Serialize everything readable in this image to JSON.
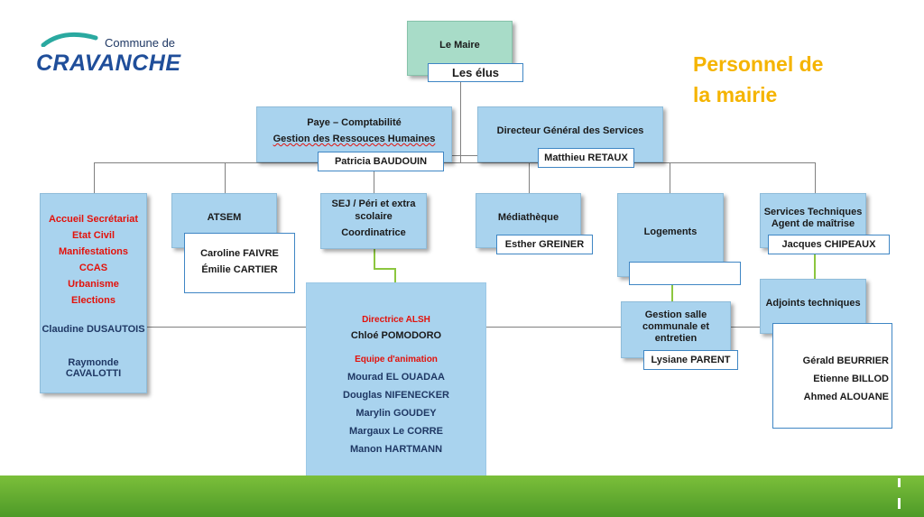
{
  "header": {
    "logo_line1": "Commune de",
    "logo_line2": "CRAVANCHE",
    "title_line1": "Personnel de",
    "title_line2": "la mairie"
  },
  "top": {
    "mayor": "Le Maire",
    "elected": "Les élus"
  },
  "level2": {
    "payroll_line1": "Paye – Comptabilité",
    "payroll_line2": "Gestion des Ressouces Humaines",
    "payroll_person": "Patricia BAUDOUIN",
    "dgs_title": "Directeur Général des Services",
    "dgs_person": "Matthieu RETAUX"
  },
  "accueil": {
    "items": [
      "Accueil Secrétariat",
      "Etat Civil",
      "Manifestations",
      "CCAS",
      "Urbanisme",
      "Elections"
    ],
    "person1": "Claudine DUSAUTOIS",
    "person2": "Raymonde CAVALOTTI"
  },
  "atsem": {
    "title": "ATSEM",
    "person1": "Caroline FAIVRE",
    "person2": "Émilie CARTIER"
  },
  "sej": {
    "line1": "SEJ / Péri et extra",
    "line2": "scolaire",
    "line3": "Coordinatrice",
    "director_label": "Directrice ALSH",
    "director": "Chloé POMODORO",
    "team_label": "Equipe d'animation",
    "team": [
      "Mourad EL OUADAA",
      "Douglas NIFENECKER",
      "Marylin GOUDEY",
      "Margaux Le CORRE",
      "Manon HARTMANN"
    ]
  },
  "mediatheque": {
    "title": "Médiathèque",
    "person": "Esther GREINER"
  },
  "logements": {
    "title": "Logements",
    "person": "",
    "salle_line1": "Gestion salle",
    "salle_line2": "communale et",
    "salle_line3": "entretien",
    "salle_person": "Lysiane PARENT"
  },
  "services": {
    "line1": "Services Techniques",
    "line2": "Agent de maîtrise",
    "person": "Jacques CHIPEAUX",
    "adjoints_title": "Adjoints techniques",
    "adjoints": [
      "Gérald BEURRIER",
      "Etienne BILLOD",
      "Ahmed ALOUANE"
    ]
  },
  "colors": {
    "header_text": "#f5b400",
    "mayor_box": "#a8dcc8",
    "box": "#a9d3ee",
    "red_labels": "#e3120b",
    "navy_names": "#1f3864",
    "ground": "#6aae33"
  }
}
